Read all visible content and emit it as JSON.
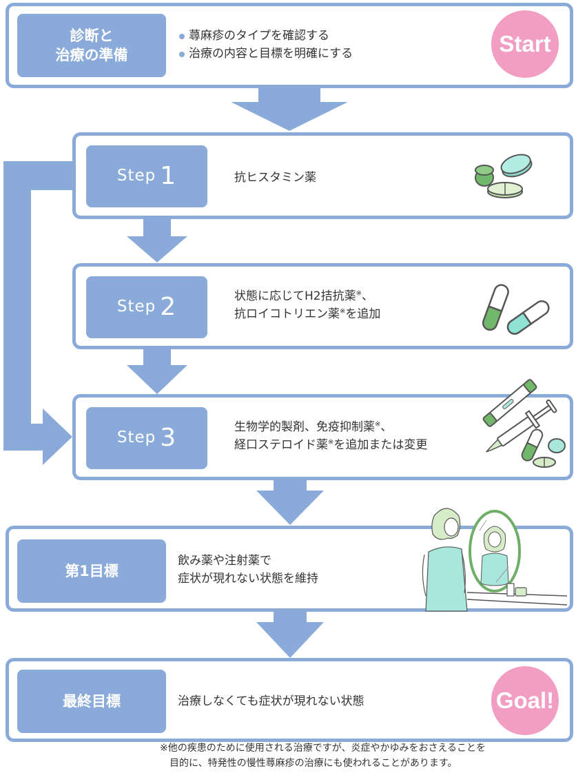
{
  "flow": {
    "start": {
      "label_lines": [
        "診断と",
        "治療の準備"
      ],
      "bullets": [
        "蕁麻疹のタイプを確認する",
        "治療の内容と目標を明確にする"
      ],
      "badge": "Start"
    },
    "steps": [
      {
        "label": "Step",
        "number": "1",
        "lines": [
          "抗ヒスタミン薬"
        ],
        "icon": "pills-icon"
      },
      {
        "label": "Step",
        "number": "2",
        "lines": [
          "状態に応じてH2拮抗薬",
          "抗ロイコトリエン薬"
        ],
        "line_suffixes": [
          "、",
          "を追加"
        ],
        "asterisk": "※",
        "icon": "capsules-icon"
      },
      {
        "label": "Step",
        "number": "3",
        "lines": [
          "生物学的製剤、免疫抑制薬",
          "経口ステロイド薬"
        ],
        "line_suffixes": [
          "、",
          "を追加または変更"
        ],
        "asterisk": "※",
        "icon": "injection-and-pills-icon"
      }
    ],
    "goal1": {
      "label": "第1目標",
      "lines": [
        "飲み薬や注射薬で",
        "症状が現れない状態を維持"
      ],
      "icon": "woman-mirror-illustration"
    },
    "final": {
      "label": "最終目標",
      "text": "治療しなくても症状が現れない状態",
      "badge": "Goal!"
    }
  },
  "footnote": {
    "line1": "※他の疾患のために使用される治療ですが、炎症やかゆみをおさえることを",
    "line2": "目的に、特発性の慢性蕁麻疹の治療にも使われることがあります。"
  },
  "colors": {
    "accent_blue": "#8aabd9",
    "badge_pink": "#f19ec2",
    "pill_green": "#72b86b",
    "pill_mint": "#a9e6dc",
    "pill_light_green": "#d6ecc8"
  }
}
